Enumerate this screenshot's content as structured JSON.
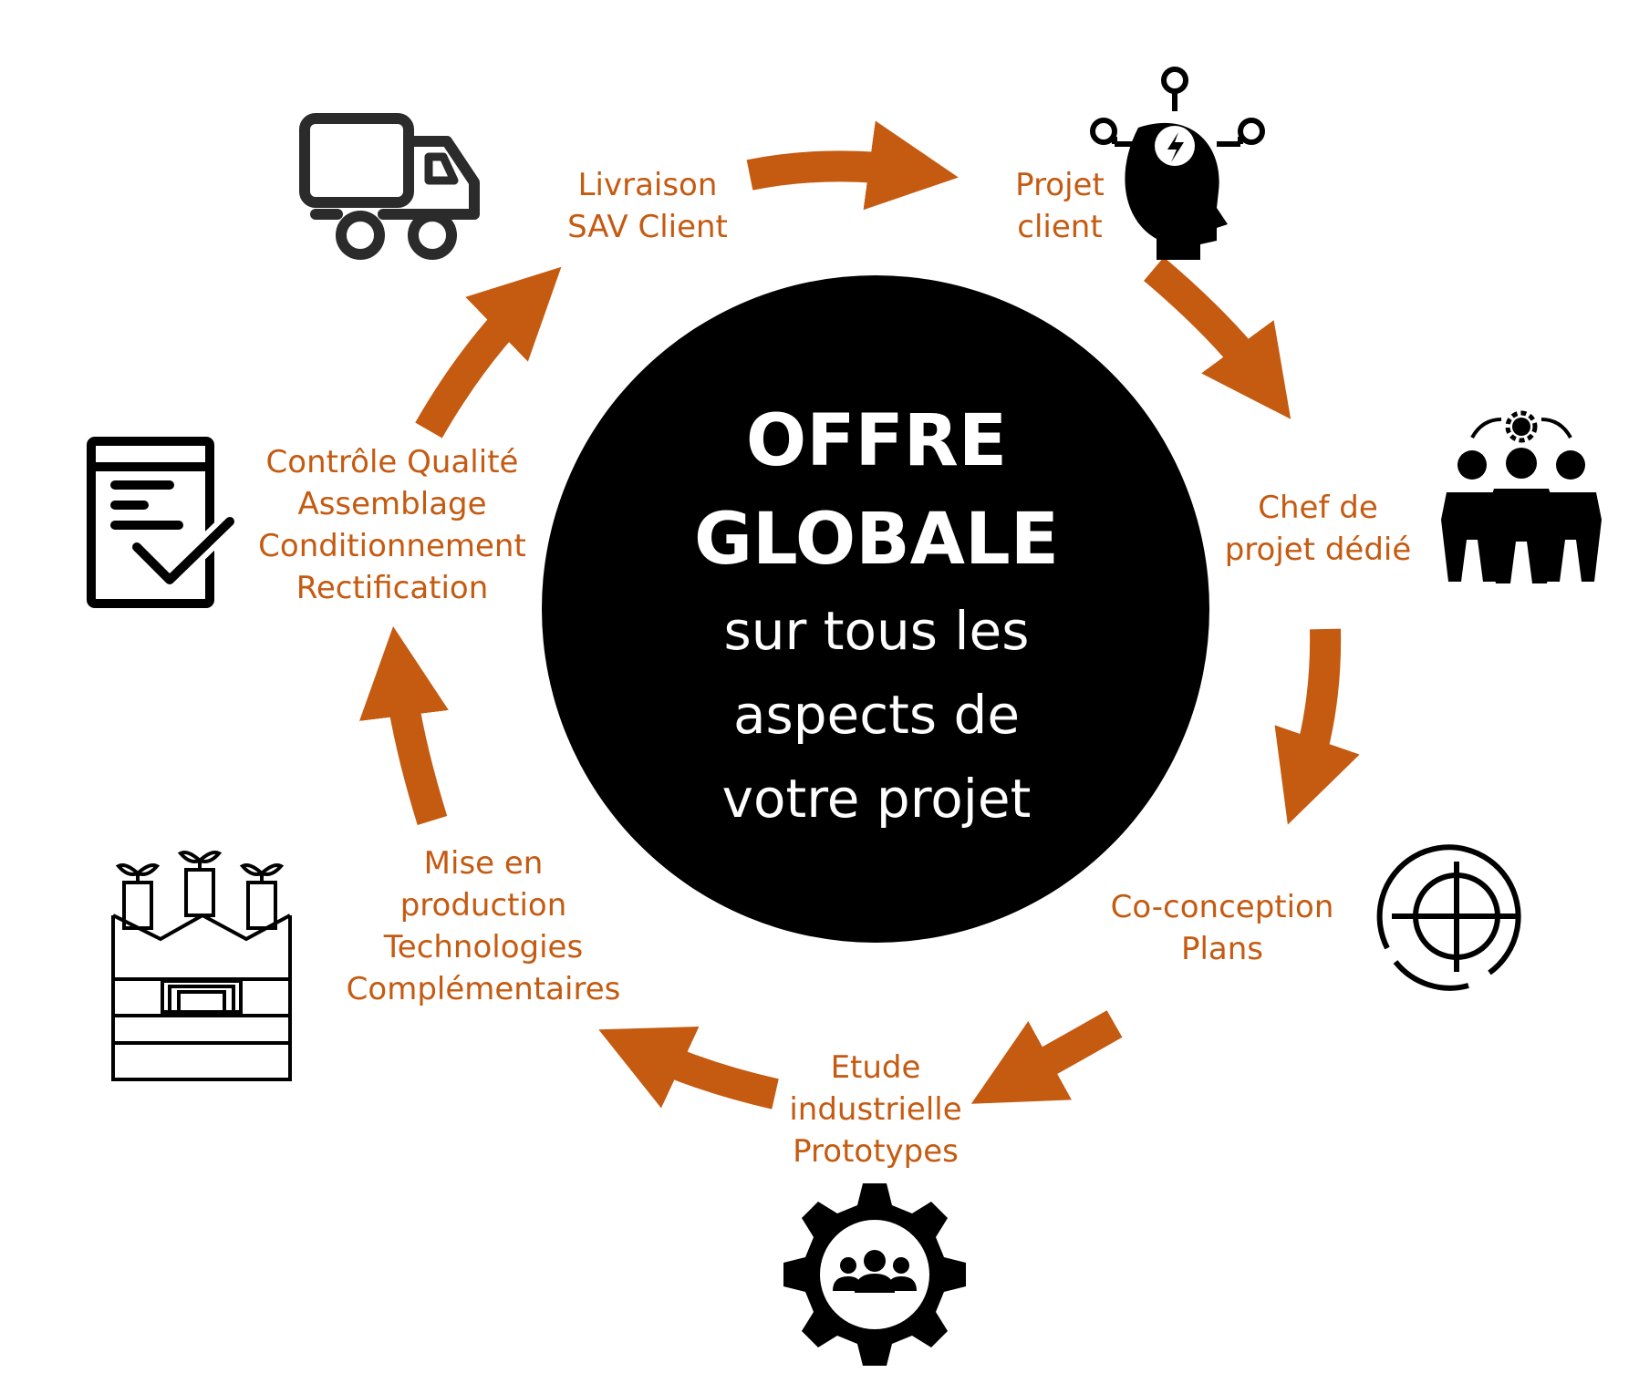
{
  "colors": {
    "accent": "#C55A11",
    "center_fill": "#000000",
    "center_text": "#FFFFFF",
    "icon_dark": "#000000",
    "icon_gray": "#2B2B2B"
  },
  "center": {
    "title_lines": [
      "OFFRE",
      "GLOBALE"
    ],
    "subtitle_lines": [
      "sur tous les",
      "aspects de",
      "votre projet"
    ]
  },
  "steps": [
    {
      "id": "projet-client",
      "icon": "head-lightbulb-icon",
      "lines": [
        "Projet",
        "client"
      ]
    },
    {
      "id": "chef-de-projet",
      "icon": "team-gear-icon",
      "lines": [
        "Chef de",
        "projet dédié"
      ]
    },
    {
      "id": "co-conception",
      "icon": "target-crosshair-icon",
      "lines": [
        "Co-conception",
        "Plans"
      ]
    },
    {
      "id": "etude-industrielle",
      "icon": "gear-people-icon",
      "lines": [
        "Etude",
        "industrielle",
        "Prototypes"
      ]
    },
    {
      "id": "mise-en-production",
      "icon": "factory-icon",
      "lines": [
        "Mise en",
        "production",
        "Technologies",
        "Complémentaires"
      ]
    },
    {
      "id": "controle-qualite",
      "icon": "checklist-document-icon",
      "lines": [
        "Contrôle Qualité",
        "Assemblage",
        "Conditionnement",
        "Rectification"
      ]
    },
    {
      "id": "livraison",
      "icon": "delivery-truck-icon",
      "lines": [
        "Livraison",
        "SAV Client"
      ]
    }
  ]
}
